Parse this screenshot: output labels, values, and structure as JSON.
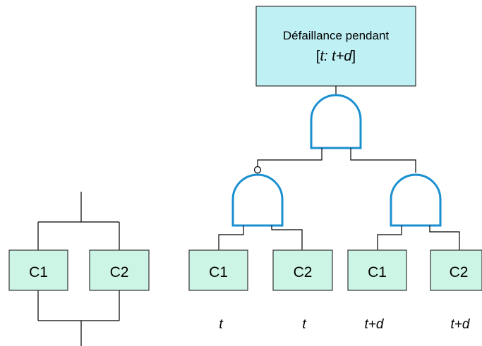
{
  "top_event": {
    "line1": "Défaillance pendant",
    "line2_open": "[",
    "line2_italic": "t: t+d",
    "line2_close": "]"
  },
  "parallel_block": {
    "component_a": "C1",
    "component_b": "C2"
  },
  "fault_tree": {
    "leaves": [
      {
        "component": "C1",
        "time": "t"
      },
      {
        "component": "C2",
        "time": "t"
      },
      {
        "component": "C1",
        "time": "t+d"
      },
      {
        "component": "C2",
        "time": "t+d"
      }
    ]
  },
  "colors": {
    "component_fill": "#ccf5e6",
    "top_event_fill": "#bff0f4",
    "gate_stroke": "#1a8fd0"
  }
}
